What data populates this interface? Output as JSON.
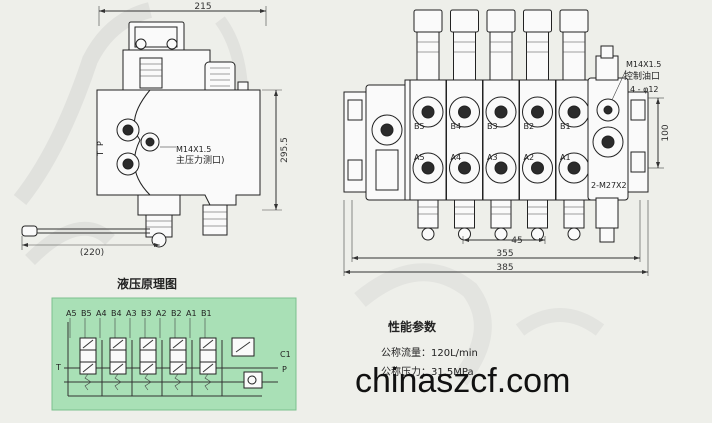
{
  "side_view": {
    "dim_width": "215",
    "dim_height": "295.5",
    "dim_handle": "(220)",
    "port_label": "M14X1.5",
    "port_desc": "主压力测口)",
    "side_letters": [
      "P",
      "T"
    ]
  },
  "front_view": {
    "sections": [
      {
        "b": "B5",
        "a": "A5"
      },
      {
        "b": "B4",
        "a": "A4"
      },
      {
        "b": "B3",
        "a": "A3"
      },
      {
        "b": "B2",
        "a": "A2"
      },
      {
        "b": "B1",
        "a": "A1"
      }
    ],
    "ctrl_port_label": "M14X1.5",
    "ctrl_port_desc": "控制油口",
    "hole_label": "4 - φ12",
    "thread_label": "2-M27X2",
    "dim_height": "100",
    "dim_pitch": "45",
    "dim_355": "355",
    "dim_385": "385"
  },
  "schematic": {
    "title": "液压原理图",
    "top_ports": [
      "A5",
      "B5",
      "A4",
      "B4",
      "A3",
      "B3",
      "A2",
      "B2",
      "A1",
      "B1"
    ],
    "right_ports": [
      "C1",
      "P"
    ],
    "left_port": "T"
  },
  "performance": {
    "title": "性能参数",
    "flow_label": "公称流量：120L/min",
    "pressure_label": "公称压力：31.5MPa"
  },
  "watermark": {
    "brand": "chinaszcf.com"
  },
  "colors": {
    "background": "#eeefea",
    "schematic_panel": "#a9e0b6",
    "line": "#333333"
  }
}
